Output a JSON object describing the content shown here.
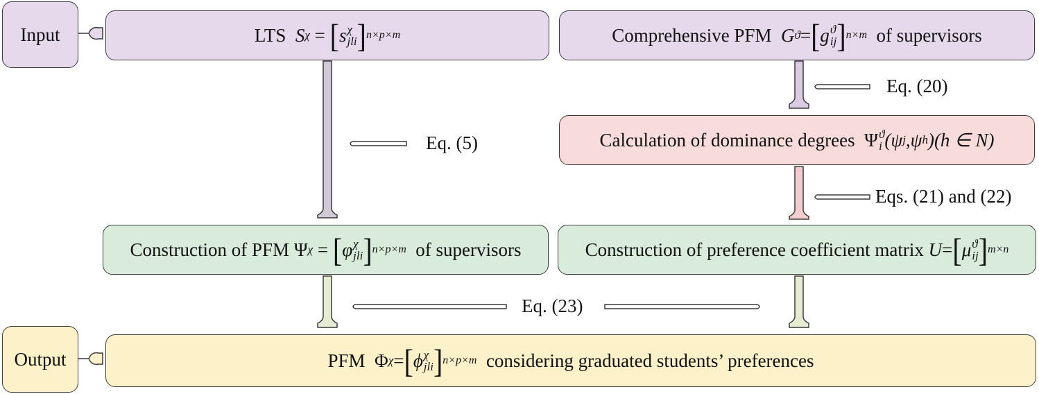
{
  "input": {
    "label": "Input"
  },
  "output": {
    "label": "Output"
  },
  "lts": {
    "text": "LTS",
    "symbol": "S",
    "elem": "s",
    "sub": "jli",
    "sup": "χ",
    "dims": "n×p×m"
  },
  "comp_pfm": {
    "prefix": "Comprehensive PFM",
    "symbol": "G",
    "sup": "ϑ",
    "elem": "g",
    "sub": "ij",
    "dims": "n×m",
    "suffix": "of supervisors"
  },
  "dominance": {
    "text": "Calculation of dominance degrees",
    "symbol": "Ψ",
    "sub": "i",
    "sup": "ϑ",
    "args": "(ψ",
    "j": "j",
    "comma": ",ψ",
    "h": "h",
    "tail": ")(h ∈ N)"
  },
  "constr_pfm": {
    "prefix": "Construction of PFM",
    "symbol": "Ψ",
    "sup": "χ",
    "elem": "φ",
    "sub": "jli",
    "dims": "n×p×m",
    "suffix": "of supervisors"
  },
  "pref_matrix": {
    "prefix": "Construction of preference coefficient matrix",
    "symbol": "U",
    "elem": "μ",
    "sub": "ij",
    "sup": "ϑ",
    "dims": "m×n"
  },
  "final_pfm": {
    "prefix": "PFM",
    "symbol": "Φ",
    "sup": "χ",
    "elem": "ϕ",
    "sub": "jli",
    "dims": "n×p×m",
    "suffix": "considering graduated students’ preferences"
  },
  "eq5": "Eq. (5)",
  "eq20": "Eq. (20)",
  "eq21_22": "Eqs. (21) and (22)",
  "eq23": "Eq. (23)"
}
